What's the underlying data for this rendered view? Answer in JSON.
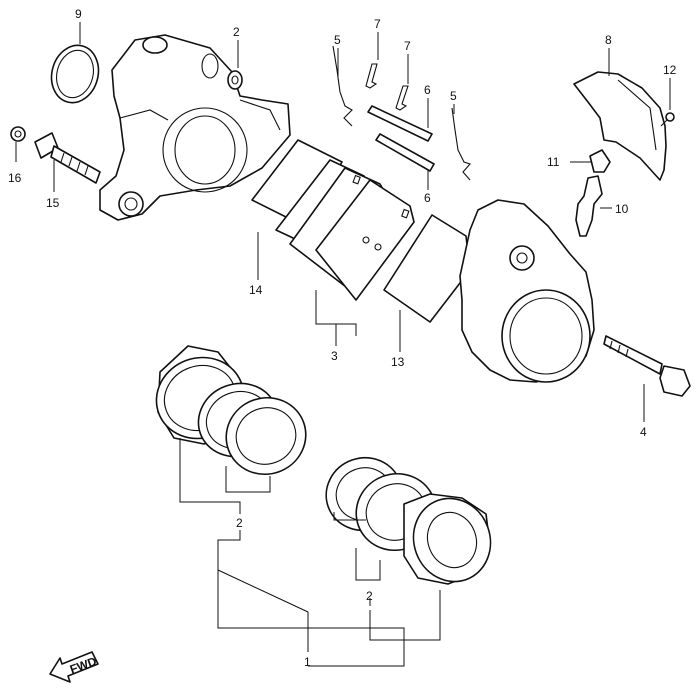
{
  "diagram": {
    "callouts": {
      "c1": "1",
      "c2a": "2",
      "c2b": "2",
      "c2c": "2",
      "c3": "3",
      "c4": "4",
      "c5a": "5",
      "c5b": "5",
      "c6a": "6",
      "c6b": "6",
      "c7a": "7",
      "c7b": "7",
      "c8": "8",
      "c9": "9",
      "c10": "10",
      "c11": "11",
      "c12": "12",
      "c13": "13",
      "c14": "14",
      "c15": "15",
      "c16": "16"
    },
    "fwd_label": "FWD"
  }
}
